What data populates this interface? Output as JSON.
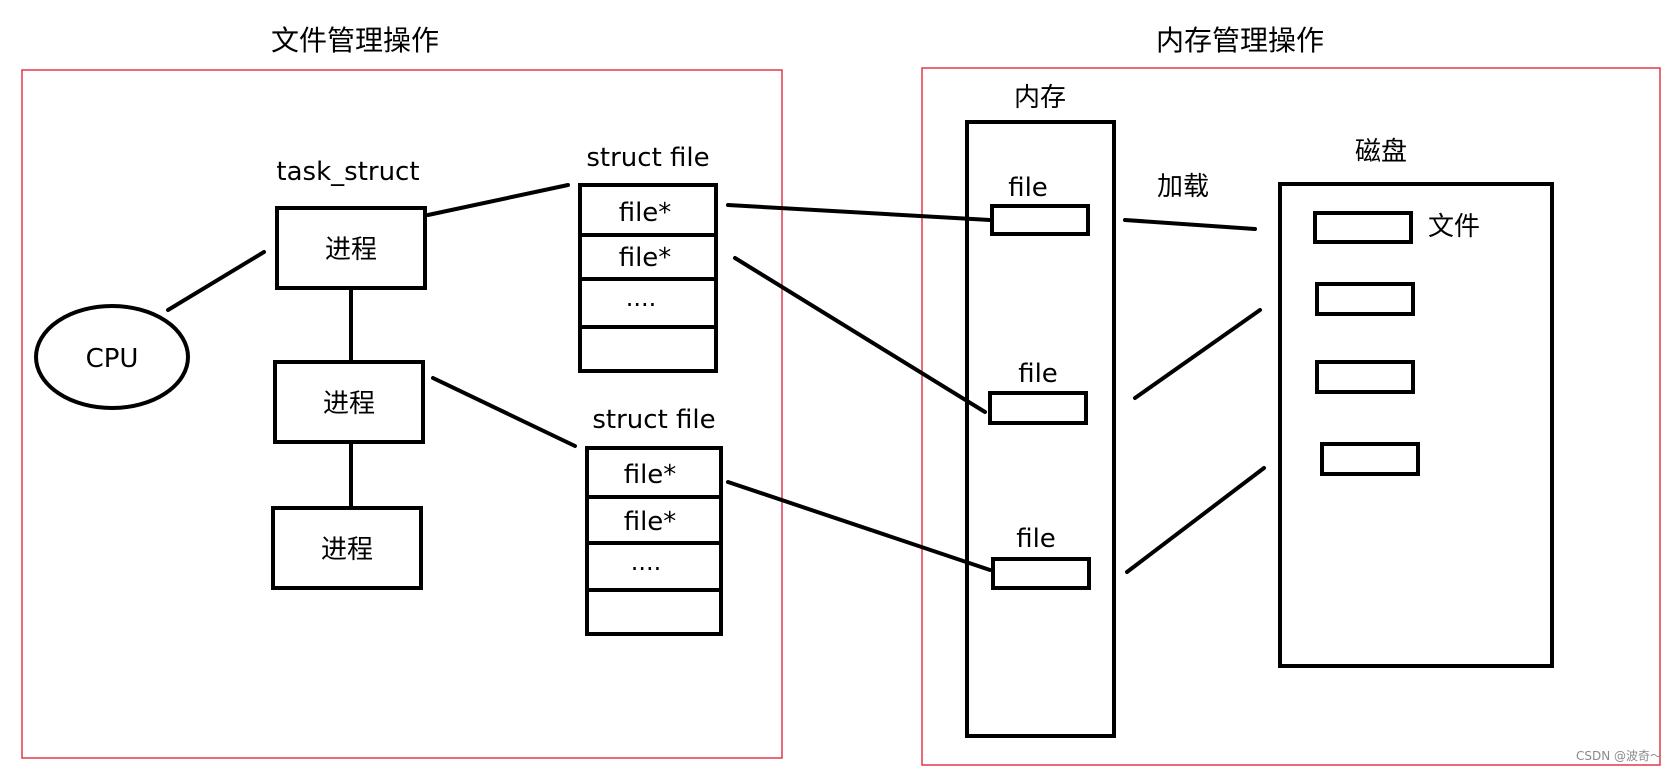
{
  "colors": {
    "frame": "#e0394a",
    "stroke": "#000000",
    "watermark": "#8a8a8a"
  },
  "left_panel": {
    "title": "文件管理操作",
    "task_struct_label": "task_struct",
    "cpu_label": "CPU",
    "processes": [
      "进程",
      "进程",
      "进程"
    ],
    "struct_files": [
      {
        "label": "struct file",
        "rows": [
          "file*",
          "file*",
          "....",
          ""
        ]
      },
      {
        "label": "struct file",
        "rows": [
          "file*",
          "file*",
          "....",
          ""
        ]
      }
    ]
  },
  "right_panel": {
    "title": "内存管理操作",
    "memory_label": "内存",
    "memory_files": [
      "file",
      "file",
      "file"
    ],
    "load_label": "加载",
    "disk_label": "磁盘",
    "disk_file_label": "文件"
  },
  "watermark": "CSDN @波奇～"
}
